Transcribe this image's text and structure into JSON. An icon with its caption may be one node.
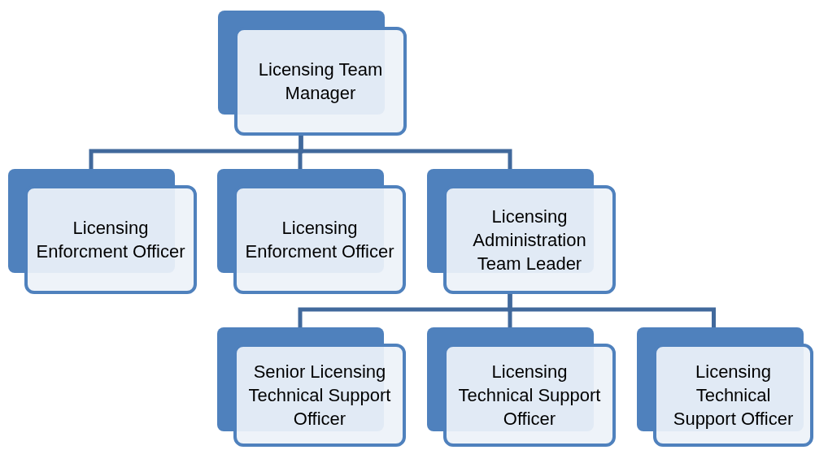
{
  "diagram": {
    "nodes": [
      {
        "text": [
          "Licensing Team Manager"
        ]
      },
      {
        "text": [
          "Licensing Enforcment Officer"
        ]
      },
      {
        "text": [
          "Licensing Enforcment Officer"
        ]
      },
      {
        "text": [
          "Licensing Administration Team Leader"
        ]
      },
      {
        "text": [
          "Senior Licensing Technical Support Officer"
        ]
      },
      {
        "text": [
          "Licensing Technical Support Officer"
        ]
      },
      {
        "text": [
          "Licensing Technical Support Officer"
        ]
      }
    ],
    "edges": [
      {
        "from": 0,
        "to": 1,
        "arrow": "none"
      },
      {
        "from": 0,
        "to": 2,
        "arrow": "none"
      },
      {
        "from": 0,
        "to": 3,
        "arrow": "none"
      },
      {
        "from": 3,
        "to": 4,
        "arrow": "none"
      },
      {
        "from": 3,
        "to": 5,
        "arrow": "none"
      },
      {
        "from": 3,
        "to": 6,
        "arrow": "none"
      }
    ]
  }
}
